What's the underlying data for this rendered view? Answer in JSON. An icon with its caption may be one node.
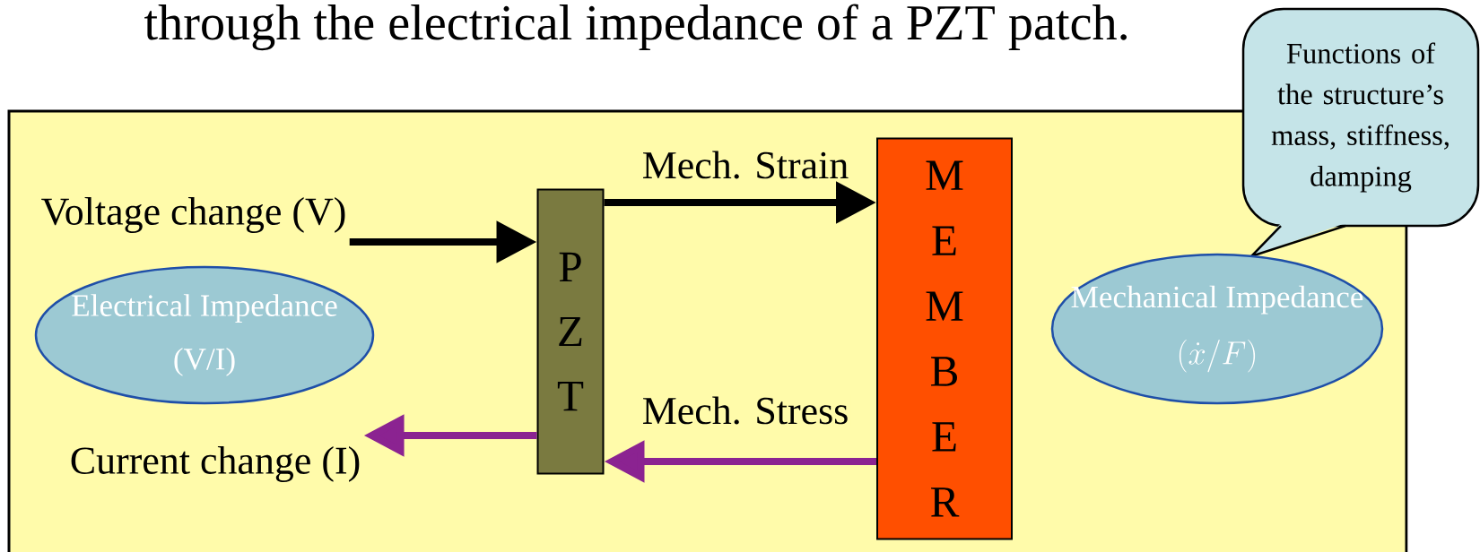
{
  "diagram": {
    "title": "through the electrical impedance of a PZT patch.",
    "nodes": [
      {
        "text": [
          "Voltage change (V)"
        ]
      },
      {
        "text": [
          "P Z T"
        ]
      },
      {
        "text": [
          "M E M B E R"
        ]
      },
      {
        "text": [
          "Functions of the structure’s mass, stiffness, damping"
        ]
      },
      {
        "text": [
          "Electrical Impedance",
          "(V/I)"
        ]
      },
      {
        "text": [
          "Mechanical Impedance",
          "(\\dot{x}/F)"
        ]
      },
      {
        "text": [
          "Current change (I)"
        ]
      }
    ],
    "edges": [
      {
        "from": 0,
        "to": 1,
        "arrow": "to"
      },
      {
        "from": 1,
        "to": 2,
        "arrow": "to",
        "label": "Mech. Strain"
      },
      {
        "from": 2,
        "to": 1,
        "arrow": "to",
        "label": "Mech. Stress",
        "color": "#8b2391"
      },
      {
        "from": 1,
        "to": 6,
        "arrow": "to",
        "color": "#8b2391"
      }
    ]
  }
}
